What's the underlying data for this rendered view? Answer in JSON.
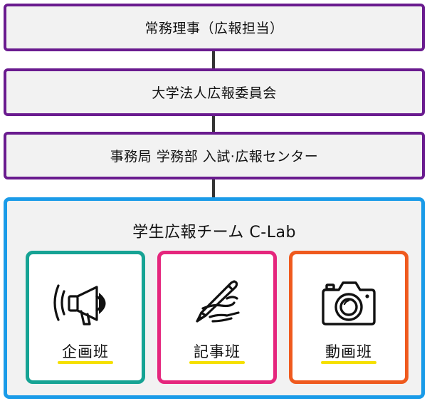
{
  "levels": [
    {
      "label": "常務理事（広報担当）"
    },
    {
      "label": "大学法人広報委員会"
    },
    {
      "label": "事務局 学務部 入試·広報センター"
    }
  ],
  "clab": {
    "title": "学生広報チーム C-Lab",
    "teams": [
      {
        "label": "企画班",
        "icon": "megaphone-icon",
        "color": "#16a394"
      },
      {
        "label": "記事班",
        "icon": "pen-writing-icon",
        "color": "#e5267d"
      },
      {
        "label": "動画班",
        "icon": "camera-icon",
        "color": "#ef5a1e"
      }
    ]
  },
  "colors": {
    "level_border": "#6a1b8f",
    "clab_border": "#1a9be8",
    "underline": "#f5e000"
  }
}
